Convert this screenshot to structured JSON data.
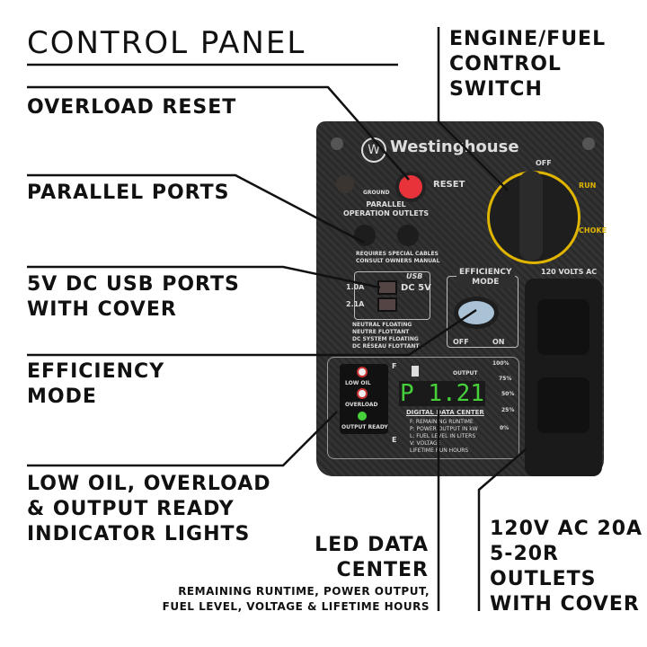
{
  "title": "CONTROL PANEL",
  "callouts": {
    "overload_reset": "OVERLOAD RESET",
    "parallel_ports": "PARALLEL PORTS",
    "usb": [
      "5V DC USB PORTS",
      "WITH COVER"
    ],
    "efficiency": [
      "EFFICIENCY",
      "MODE"
    ],
    "indicators": [
      "LOW OIL, OVERLOAD",
      "& OUTPUT READY",
      "INDICATOR LIGHTS"
    ],
    "engine": [
      "ENGINE/FUEL",
      "CONTROL",
      "SWITCH"
    ],
    "led": [
      "LED DATA",
      "CENTER"
    ],
    "led_sub": [
      "REMAINING RUNTIME, POWER OUTPUT,",
      "FUEL LEVEL, VOLTAGE & LIFETIME HOURS"
    ],
    "outlets": [
      "120V AC 20A",
      "5-20R",
      "OUTLETS",
      "WITH COVER"
    ]
  },
  "panel": {
    "brand": "Westinghouse",
    "reset": "RESET",
    "ground": "GROUND",
    "parallel": [
      "PARALLEL",
      "OPERATION OUTLETS"
    ],
    "warning": "REQUIRES SPECIAL CABLES CONSULT OWNERS MANUAL",
    "usb": "DC 5V",
    "usb_logo": "USB",
    "usb_a": [
      "1.0A",
      "2.1A"
    ],
    "floating": [
      "NEUTRAL FLOATING",
      "NEUTRE FLOTTANT",
      "DC SYSTEM FLOATING",
      "DC RÉSEAU FLOTTANT"
    ],
    "eco": [
      "EFFICIENCY",
      "MODE"
    ],
    "eco_off": "OFF",
    "eco_on": "ON",
    "switch": {
      "off": "OFF",
      "run": "RUN",
      "choke": "CHOKE"
    },
    "ac": "120 VOLTS AC",
    "lights": [
      "LOW OIL",
      "OVERLOAD",
      "OUTPUT READY"
    ],
    "display": "P 1.21",
    "ddc": "DIGITAL DATA CENTER",
    "fuel_f": "F",
    "fuel_e": "E",
    "output": "OUTPUT",
    "pct": [
      "100%",
      "75%",
      "50%",
      "25%",
      "0%"
    ],
    "legend": [
      "F: REMAINING RUNTIME",
      "P: POWER OUTPUT IN kW",
      "L: FUEL LEVEL IN LITERS",
      "V: VOLTAGE",
      "LIFETIME RUN HOURS"
    ]
  },
  "colors": {
    "reset": "#e8333a",
    "yellow": "#e0b500",
    "led": "#46d13a"
  }
}
